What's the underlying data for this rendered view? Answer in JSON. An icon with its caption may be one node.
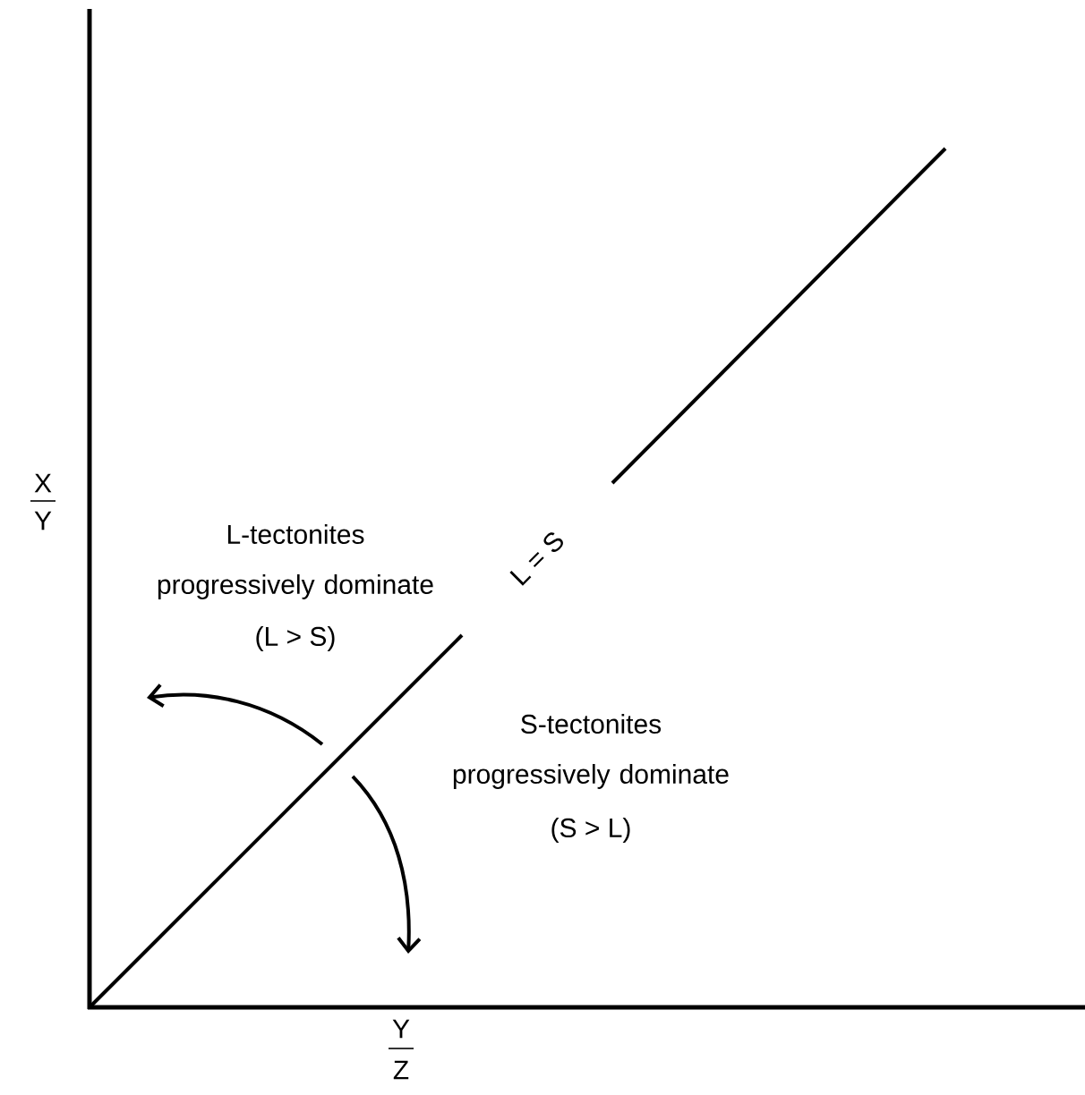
{
  "diagram": {
    "labels": [
      "X",
      "Y",
      "L-tectonites progressively dominate",
      "(L > S)",
      "L = S",
      "S-tectonites progressively dominate",
      "(S > L)",
      "Y",
      "Z"
    ]
  }
}
